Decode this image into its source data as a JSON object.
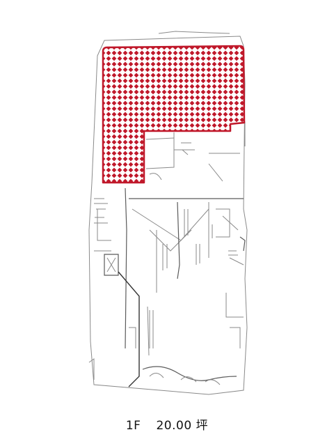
{
  "floor_label": "1F",
  "area_value": "20.00",
  "area_unit": "坪",
  "colors": {
    "highlight_border": "#c0182a",
    "highlight_dot": "#c0182a",
    "linework": "#555555"
  }
}
